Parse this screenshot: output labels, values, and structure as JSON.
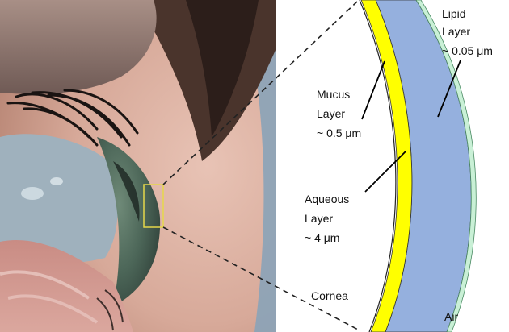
{
  "labels": {
    "lipid_layer": {
      "name": "Lipid",
      "name2": "Layer",
      "thickness": "~ 0.05 μm"
    },
    "mucus_layer": {
      "name": "Mucus",
      "name2": "Layer",
      "thickness": "~ 0.5 μm"
    },
    "aqueous_layer": {
      "name": "Aqueous",
      "name2": "Layer",
      "thickness": "~ 4 μm"
    },
    "cornea": "Cornea",
    "air": "Air"
  },
  "colors": {
    "aqueous": "#95b0de",
    "mucus": "#ffff00",
    "lipid": "#c9f0d6",
    "outline": "#222222",
    "highlight_box": "#e6d84a"
  }
}
